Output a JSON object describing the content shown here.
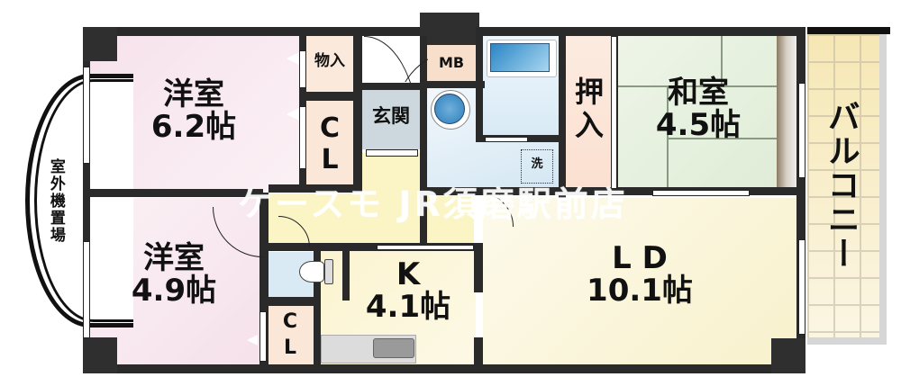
{
  "floorplan": {
    "unit_unit": "帖",
    "rooms": {
      "western_room_1": {
        "name": "洋室",
        "size": "6.2帖"
      },
      "western_room_2": {
        "name": "洋室",
        "size": "4.9帖"
      },
      "storage": {
        "name": "物入"
      },
      "closet_1": {
        "name": "CL",
        "line1": "C",
        "line2": "L"
      },
      "closet_2": {
        "name": "CL",
        "line1": "C",
        "line2": "L"
      },
      "entrance": {
        "name": "玄関"
      },
      "meter_box": {
        "name": "MB"
      },
      "washer": {
        "name": "洗"
      },
      "oshiire": {
        "name": "押入",
        "line1": "押",
        "line2": "入"
      },
      "japanese_room": {
        "name": "和室",
        "size": "4.5帖"
      },
      "balcony": {
        "name": "バルコニー"
      },
      "kitchen": {
        "name": "K",
        "size": "4.1帖"
      },
      "living_dining": {
        "name": "L D",
        "size": "10.1帖"
      },
      "outdoor_unit_area": {
        "name": "室外機置場"
      }
    },
    "watermark": "ケースモ JR須磨駅前店",
    "colors": {
      "wall": "#2a2a2a",
      "western_room": "#f8e8f0",
      "storage": "#fbe9dc",
      "entrance": "#cfdadf",
      "hallway": "#fbf4c4",
      "bathroom": "#dcebf6",
      "japanese_room": "#e3efdb",
      "living": "#fbf6dc",
      "balcony": "#f7ecc4"
    }
  }
}
